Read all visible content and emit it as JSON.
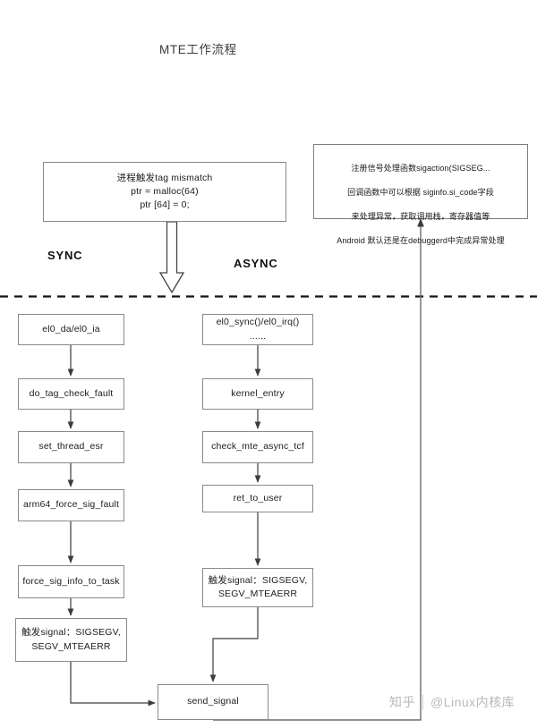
{
  "diagram": {
    "title": "MTE工作流程",
    "lanes": [
      {
        "label": "SYNC"
      },
      {
        "label": "ASYNC"
      }
    ],
    "trigger_box": {
      "text": "进程触发tag   mismatch\nptr = malloc(64)\n   ptr [64] = 0;"
    },
    "note_box": {
      "line1": "注册信号处理函数sigaction(SIGSEG...",
      "line2": "回调函数中可以根据 siginfo.si_code字段",
      "line3": "来处理异常，获取调用栈，寄存器值等",
      "line4": "Android 默认还是在debuggerd中完成异常处理"
    },
    "sync_nodes": [
      {
        "label": "el0_da/el0_ia"
      },
      {
        "label": "do_tag_check_fault"
      },
      {
        "label": "set_thread_esr"
      },
      {
        "label": "arm64_force_sig_fault"
      },
      {
        "label": "force_sig_info_to_task"
      },
      {
        "label": "触发signal：SIGSEGV,\nSEGV_MTEAERR"
      }
    ],
    "async_nodes": [
      {
        "label": "el0_sync()/el0_irq() ......"
      },
      {
        "label": "kernel_entry"
      },
      {
        "label": "check_mte_async_tcf"
      },
      {
        "label": "ret_to_user"
      },
      {
        "label": "触发signal：SIGSEGV,\nSEGV_MTEAERR"
      }
    ],
    "terminal_node": {
      "label": "send_signal"
    },
    "watermark": {
      "site": "知乎",
      "handle": "@Linux内核库"
    },
    "colors": {
      "box_border": "#8a8a8a",
      "connector": "#3c3c3c",
      "divider": "#141414",
      "text": "#1c1c1c",
      "watermark": "#b9b9b9"
    }
  }
}
